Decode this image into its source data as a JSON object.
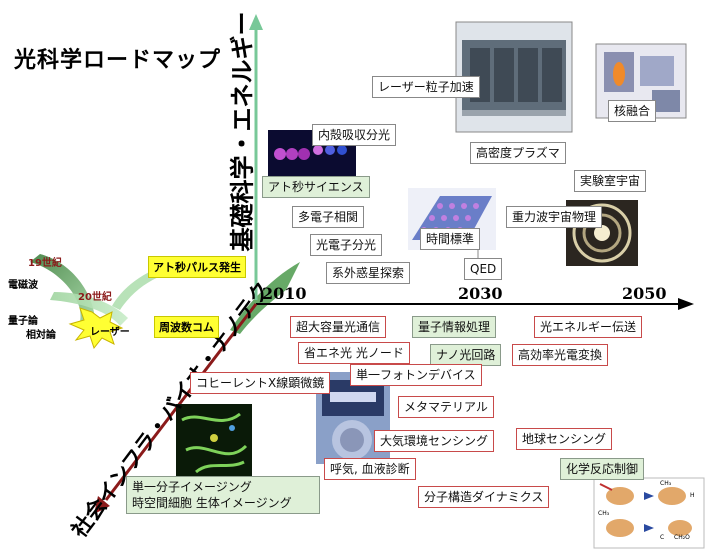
{
  "title": "光科学ロードマップ",
  "axes": {
    "vertical": "基礎科学・エネルギー",
    "diagonal": "社会インフラ・バイオ・ナノテク"
  },
  "years": [
    "2010",
    "2030",
    "2050"
  ],
  "history": {
    "c19": "19世紀",
    "c20": "20世紀",
    "electromagnetism": "電磁波",
    "quantum": "量子論",
    "relativity": "相対論",
    "laser": "レーザー",
    "attosecond_pulse": "アト秒パルス発生",
    "frequency_comb": "周波数コム"
  },
  "science_items": [
    "レーザー粒子加速",
    "核融合",
    "内殻吸収分光",
    "高密度プラズマ",
    "アト秒サイエンス",
    "実験室宇宙",
    "多電子相関",
    "重力波宇宙物理",
    "光電子分光",
    "時間標準",
    "系外惑星探索",
    "QED"
  ],
  "application_items": [
    "超大容量光通信",
    "量子情報処理",
    "光エネルギー伝送",
    "省エネ光 光ノード",
    "ナノ光回路",
    "高効率光電変換",
    "単一フォトンデバイス",
    "コヒーレントX線顕微鏡",
    "メタマテリアル",
    "大気環境センシング",
    "地球センシング",
    "呼気, 血液診断",
    "化学反応制御",
    "単一分子イメージング",
    "時空間細胞 生体イメージング",
    "分子構造ダイナミクス"
  ],
  "figure_labels": {
    "ch3": "CH₃",
    "ch2o": "CH₂O",
    "h": "H",
    "c": "C"
  },
  "colors": {
    "vertical_arrow": "#78c898",
    "horizontal_arrow": "#000000",
    "diagonal_arrow": "#8b1a1a",
    "green_box": "#dff0d8",
    "red_border": "#c84a4a",
    "yellow_badge": "#ffff33",
    "laser_burst": "#ffff33"
  }
}
